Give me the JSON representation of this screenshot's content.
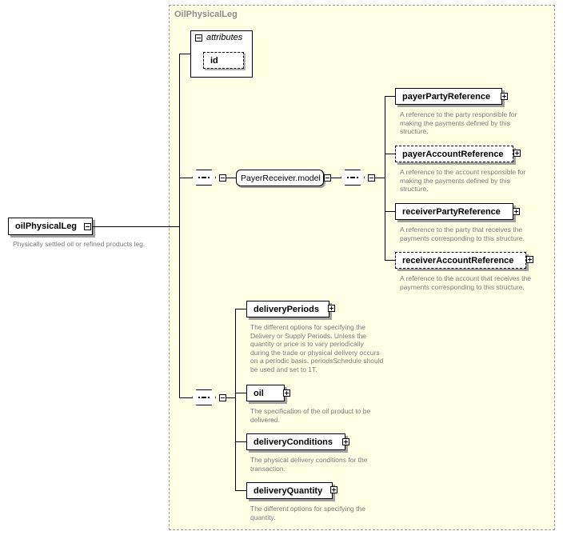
{
  "type_name": "OilPhysicalLeg",
  "root": {
    "name": "oilPhysicalLeg",
    "description": "Physically settled oil or refined products leg."
  },
  "attributes": {
    "title": "attributes",
    "items": [
      "id"
    ]
  },
  "group": {
    "name": "PayerReceiver.model"
  },
  "payer_receiver_elements": [
    {
      "name": "payerPartyReference",
      "optional": false,
      "description": [
        "A reference to the party responsible for",
        "making the payments defined by this",
        "structure."
      ]
    },
    {
      "name": "payerAccountReference",
      "optional": true,
      "description": [
        "A reference to the account responsible for",
        "making the payments defined by this",
        "structure."
      ]
    },
    {
      "name": "receiverPartyReference",
      "optional": false,
      "description": [
        "A reference to the party that receives the",
        "payments corresponding to this structure."
      ]
    },
    {
      "name": "receiverAccountReference",
      "optional": true,
      "description": [
        "A reference to the account that receives the",
        "payments corresponding to this structure."
      ]
    }
  ],
  "main_elements": [
    {
      "name": "deliveryPeriods",
      "optional": false,
      "description": [
        "The different options for specifying the",
        "Delivery or Supply Periods. Unless the",
        "quantity or price is to vary periodically",
        "during the trade or physical delivery occurs",
        "on a periodic basis, periodsSchedule should",
        "be used and set to 1T."
      ]
    },
    {
      "name": "oil",
      "optional": false,
      "description": [
        "The specification of the oil product to be",
        "delivered."
      ]
    },
    {
      "name": "deliveryConditions",
      "optional": false,
      "description": [
        "The physical delivery conditions for the",
        "transaction."
      ]
    },
    {
      "name": "deliveryQuantity",
      "optional": false,
      "description": [
        "The different options for specifying the",
        "quantity."
      ]
    }
  ]
}
